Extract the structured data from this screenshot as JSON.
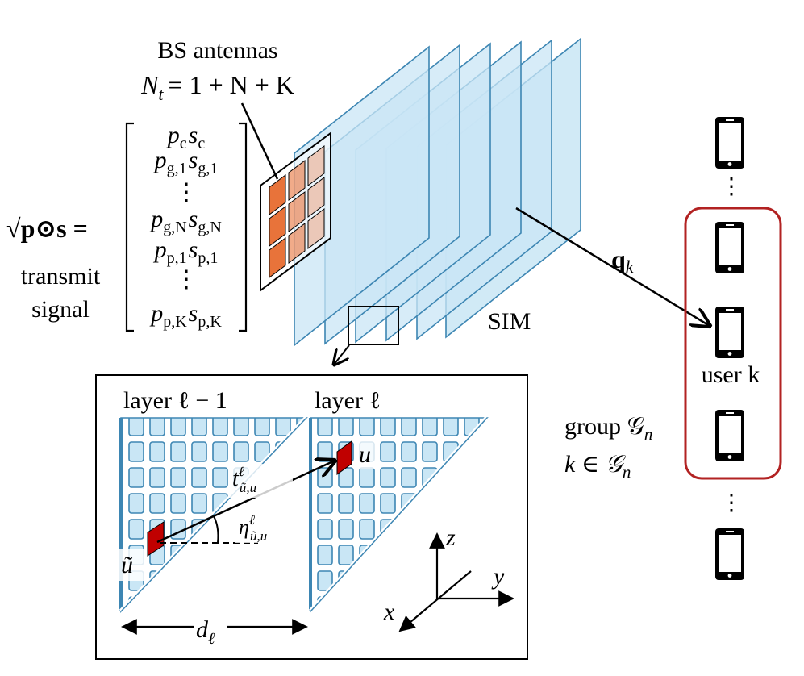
{
  "bs": {
    "title": "BS antennas",
    "nt": "N",
    "nt_sub": "t",
    "nt_rhs": "= 1 + N + K"
  },
  "signal": {
    "lhs": "√p⊙s =",
    "caption_line1": "transmit",
    "caption_line2": "signal",
    "rows": [
      {
        "p": "p",
        "p_sub": "c",
        "s": "s",
        "s_sub": "c"
      },
      {
        "p": "p",
        "p_sub": "g,1",
        "s": "s",
        "s_sub": "g,1"
      },
      {
        "p": "⋮",
        "p_sub": "",
        "s": "",
        "s_sub": ""
      },
      {
        "p": "p",
        "p_sub": "g,N",
        "s": "s",
        "s_sub": "g,N"
      },
      {
        "p": "p",
        "p_sub": "p,1",
        "s": "s",
        "s_sub": "p,1"
      },
      {
        "p": "⋮",
        "p_sub": "",
        "s": "",
        "s_sub": ""
      },
      {
        "p": "p",
        "p_sub": "p,K",
        "s": "s",
        "s_sub": "p,K"
      }
    ]
  },
  "sim_label": "SIM",
  "channel": {
    "main": "q",
    "sub": "k"
  },
  "users": {
    "user_label": "user k",
    "group_label": "group 𝒢",
    "group_sub": "n",
    "membership": "k ∈ 𝒢",
    "membership_sub": "n",
    "dots": "⋮"
  },
  "inset": {
    "layer_prev": "layer ℓ − 1",
    "layer_cur": "layer ℓ",
    "u_label": "u",
    "u_tilde_label": "ũ",
    "t_main": "t",
    "t_sup": "ℓ",
    "t_sub": "ũ,u",
    "eta_main": "η",
    "eta_sup": "ℓ",
    "eta_sub": "ũ,u",
    "d_main": "d",
    "d_sub": "ℓ",
    "axis_x": "x",
    "axis_y": "y",
    "axis_z": "z"
  },
  "colors": {
    "layer_fill": "#c9e6f5",
    "layer_stroke": "#3d86b3",
    "antenna": "#e8733a",
    "element_red": "#c00000",
    "group_box": "#b22222"
  }
}
